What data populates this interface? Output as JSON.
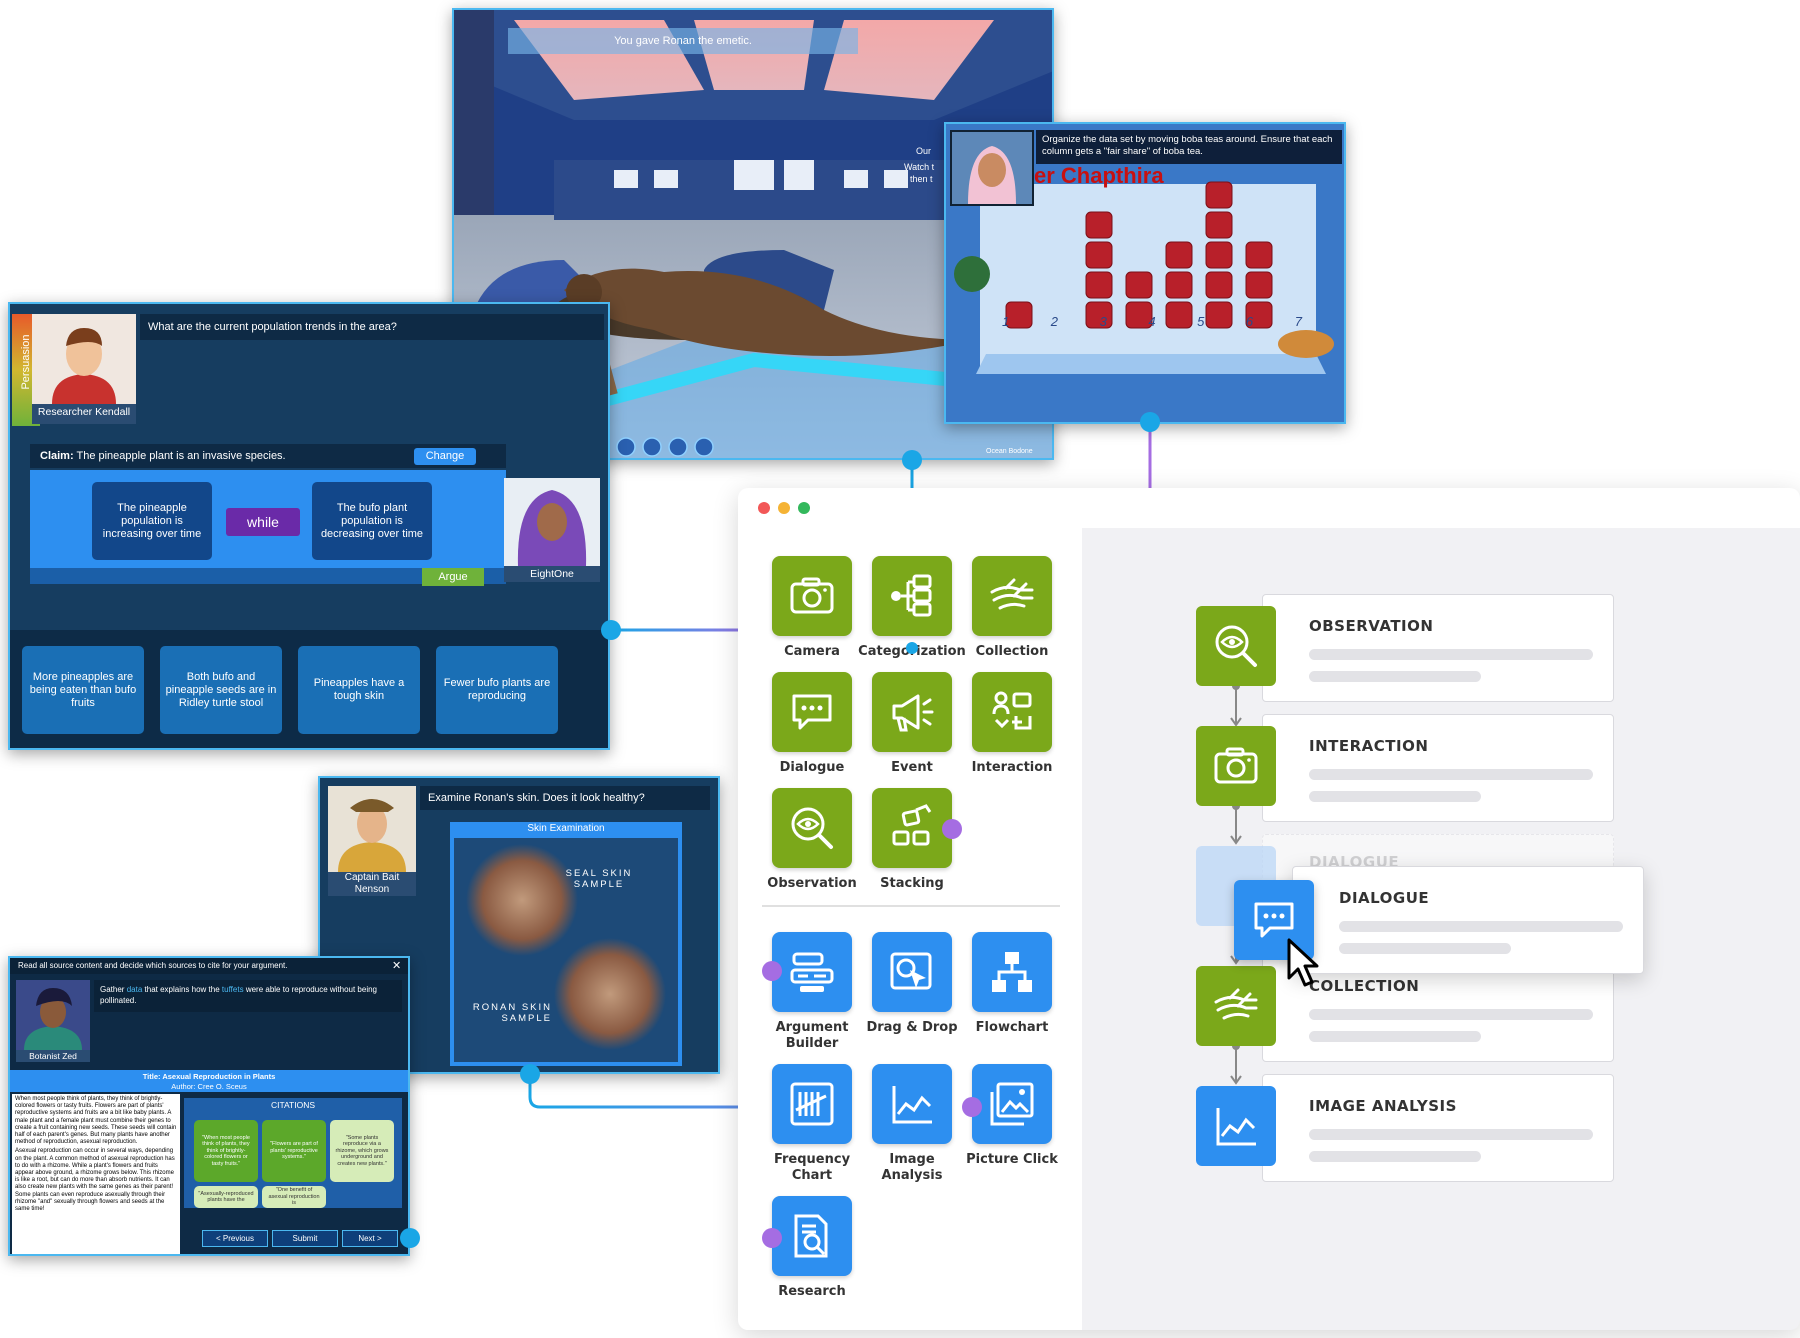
{
  "builder": {
    "tiles": [
      {
        "label": "Camera",
        "icon": "camera-icon"
      },
      {
        "label": "Categorization",
        "icon": "categorization-icon"
      },
      {
        "label": "Collection",
        "icon": "collection-hand-icon"
      },
      {
        "label": "Dialogue",
        "icon": "dialogue-icon"
      },
      {
        "label": "Event",
        "icon": "megaphone-icon"
      },
      {
        "label": "Interaction",
        "icon": "interaction-icon"
      },
      {
        "label": "Observation",
        "icon": "eye-search-icon"
      },
      {
        "label": "Stacking",
        "icon": "stacking-icon"
      },
      {
        "label": "Argument Builder",
        "icon": "argument-builder-icon"
      },
      {
        "label": "Drag & Drop",
        "icon": "drag-drop-icon"
      },
      {
        "label": "Flowchart",
        "icon": "flowchart-icon"
      },
      {
        "label": "Frequency Chart",
        "icon": "frequency-chart-icon"
      },
      {
        "label": "Image Analysis",
        "icon": "line-chart-icon"
      },
      {
        "label": "Picture Click",
        "icon": "picture-icon"
      },
      {
        "label": "Research",
        "icon": "research-icon"
      }
    ],
    "flow": {
      "observation": "OBSERVATION",
      "interaction": "INTERACTION",
      "dialogue_ghost": "DIALOGUE",
      "dialogue": "DIALOGUE",
      "collection": "COLLECTION",
      "image_analysis": "IMAGE ANALYSIS"
    },
    "colors": {
      "green": "#7ba81a",
      "blue": "#2d8ff0",
      "connector_blue": "#1aa6e6",
      "connector_purple": "#a56de2"
    }
  },
  "seal_scene": {
    "banner": "You gave Ronan the emetic.",
    "side_text_1": "Our",
    "side_text_2": "Watch t",
    "side_text_3": "then t",
    "footer": "Ocean Bodone"
  },
  "boba_scene": {
    "instruction": "Organize the data set by moving boba teas around. Ensure that each column gets a \"fair share\" of boba tea.",
    "heading": "er Chapthira",
    "columns": [
      "1",
      "2",
      "3",
      "4",
      "5",
      "6",
      "7"
    ]
  },
  "argument": {
    "side_label": "Persuasion",
    "question": "What are the current population trends in the area?",
    "npc_name": "Researcher Kendall",
    "claim_label": "Claim:",
    "claim_text": "The pineapple plant is an invasive species.",
    "change_label": "Change",
    "left_card": "The pineapple population is increasing over time",
    "connector": "while",
    "right_card": "The bufo plant population is decreasing over time",
    "argue_label": "Argue",
    "player_name": "EightOne",
    "options": [
      "More pineapples are being eaten than bufo fruits",
      "Both bufo and pineapple seeds are in Ridley turtle stool",
      "Pineapples have a tough skin",
      "Fewer bufo plants are reproducing"
    ]
  },
  "skin_exam": {
    "question": "Examine Ronan's skin. Does it look healthy?",
    "npc_name": "Captain Bait Nenson",
    "panel_title": "Skin Examination",
    "seal_label": "SEAL SKIN SAMPLE",
    "ronan_label": "RONAN SKIN SAMPLE"
  },
  "research": {
    "header": "Read all source content and decide which sources to cite for your argument.",
    "close": "✕",
    "instruction_a": "Gather",
    "instruction_b": "data",
    "instruction_c": "that explains how the",
    "instruction_d": "tuffets",
    "instruction_e": "were able to reproduce without being pollinated.",
    "npc_name": "Botanist Zed",
    "title": "Title: Asexual Reproduction in Plants",
    "author": "Author: Cree O. Sceus",
    "body_1": "When most people think of plants, they think of brightly-colored flowers or tasty fruits. Flowers are part of plants' reproductive systems and fruits are a bit like baby plants. A male plant and a female plant must combine their genes to create a fruit containing new seeds. These seeds will contain half of each parent's genes. But many plants have another method of reproduction, asexual reproduction.",
    "body_2": "Asexual reproduction can occur in several ways, depending on the plant. A common method of asexual reproduction has to do with a rhizome. While a plant's flowers and fruits appear above ground, a rhizome grows below. This rhizome is like a root, but can do more than absorb nutrients. It can also create new plants with the same genes as their parent! Some plants can even reproduce asexually through their rhizome \"and\" sexually through flowers and seeds at the same time!",
    "citations_title": "CITATIONS",
    "citations": [
      "\"When most people think of plants, they think of brightly-colored flowers or tasty fruits.\"",
      "\"Flowers are part of plants' reproductive systems.\"",
      "\"Some plants reproduce via a rhizome, which grows underground and creates new plants.\"",
      "\"Asexually-reproduced plants have the",
      "\"One benefit of asexual reproduction is"
    ],
    "prev": "< Previous",
    "submit": "Submit",
    "next": "Next >"
  }
}
